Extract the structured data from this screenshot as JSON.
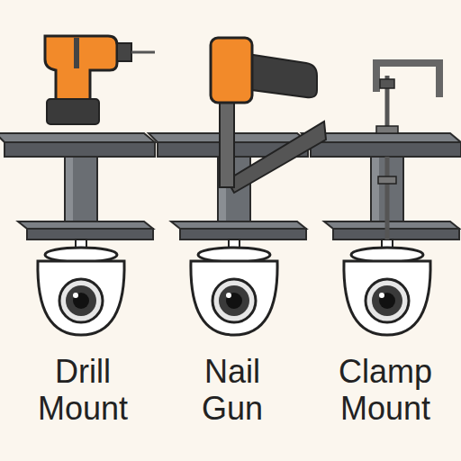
{
  "diagram": {
    "labels": [
      "Drill Mount",
      "Nail Gun",
      "Clamp Mount"
    ]
  }
}
